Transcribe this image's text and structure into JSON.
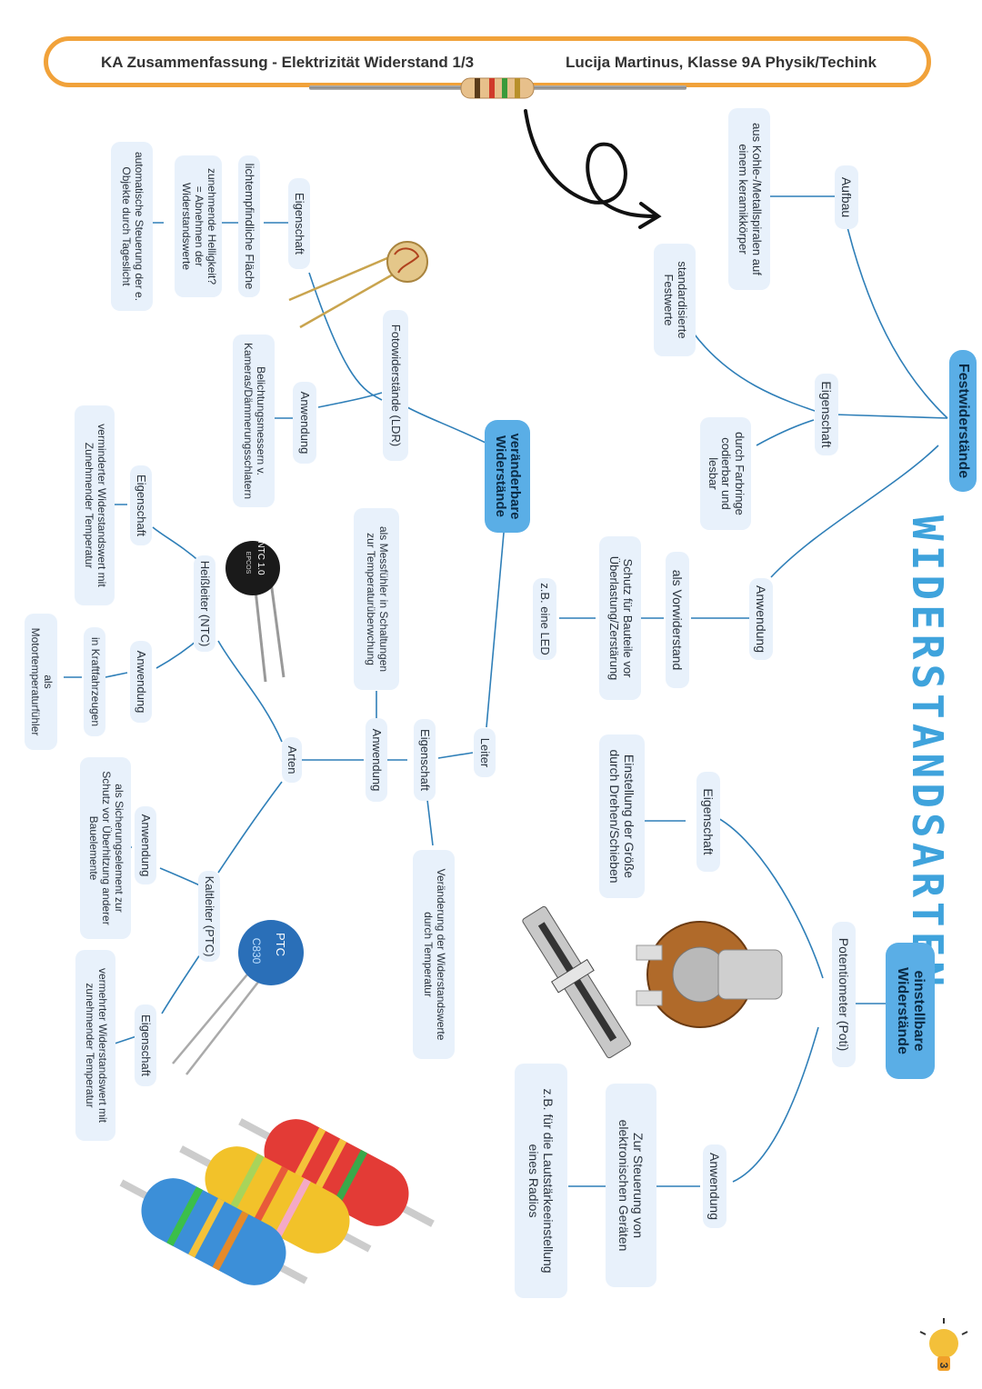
{
  "header": {
    "left": "KA Zusammenfassung - Elektrizität Widerstand 1/3",
    "right": "Lucija Martinus, Klasse 9A Physik/Techink"
  },
  "title": "WIDERSTANDSARTEN",
  "colors": {
    "accent": "#f1a23a",
    "hub": "#5aaee6",
    "pill": "#e8f1fb",
    "line": "#2f7fb8"
  },
  "fest": {
    "hub": "Festwiderstände",
    "aufbau": "Aufbau",
    "aufbau_text": "aus Kohle-/Metallspiralen auf einem keramikkörper",
    "eigenschaft": "Eigenschaft",
    "standard": "standardisierte Festwerte",
    "farbringe": "durch Farbringe codierbar und lesbar",
    "anwendung": "Anwendung",
    "vorwiderstand": "als Vorwiderstand",
    "schutz": "Schutz für Bauteile vor Überlastung/Zerstärung",
    "led": "z.B. eine LED"
  },
  "einstell": {
    "hub": "einstellbare Widerstände",
    "poti": "Potentiometer (Poti)",
    "eigenschaft": "Eigenschaft",
    "groesse": "Einstellung der Größe durch Drehen/Schieben",
    "anwendung": "Anwendung",
    "steuerung": "Zur Steuerung von elektronischen Geräten",
    "radio": "z.B. für die Lautstärkeeinstellung eines Radios"
  },
  "veraend": {
    "hub": "veränderbare Widerstände",
    "ldr": "Fotowiderstände (LDR)",
    "ldr_eig": "Eigenschaft",
    "licht": "lichtempfindliche Fläche",
    "hell": "zunehmende Helligkeit? = Abnehmen der Widerstandswerte",
    "auto": "automatische Steuerung der e. Objekte durch Tageslicht",
    "ldr_anw": "Anwendung",
    "belicht": "Belichtungsmessern v. Kameras/Dämmerungsschlatern",
    "leiter": "Leiter",
    "leiter_eig": "Eigenschaft",
    "temp_veraend": "Veränderung der Widerstandswerte durch Temperatur",
    "leiter_anw": "Anwendung",
    "messfuehler": "als Messfühler in Schaltungen zur Temperaturüberwchung",
    "arten": "Arten",
    "ntc": "Heißleiter (NTC)",
    "ntc_eig": "Eigenschaft",
    "ntc_eig_text": "verminderter Widerstandswert mit Zunehmender Temperatur",
    "ntc_anw": "Anwendung",
    "kfz": "in Kraftfahrzeugen",
    "motor": "als Motortemperaturfühler",
    "ptc": "Kaltleiter (PTC)",
    "ptc_anw": "Anwendung",
    "sicherung": "als Sicherungselement zur Schutz vor Überhitzung anderer Bauelemente",
    "ptc_eig": "Eigenschaft",
    "ptc_eig_text": "vermehrter Widerstandswert mit zunehmender Temperatur"
  },
  "component_labels": {
    "ntc_label": "NTC 1.0",
    "ntc_brand": "EPCOS",
    "ptc_label": "PTC",
    "ptc_code": "C830"
  },
  "page_badge": "3"
}
